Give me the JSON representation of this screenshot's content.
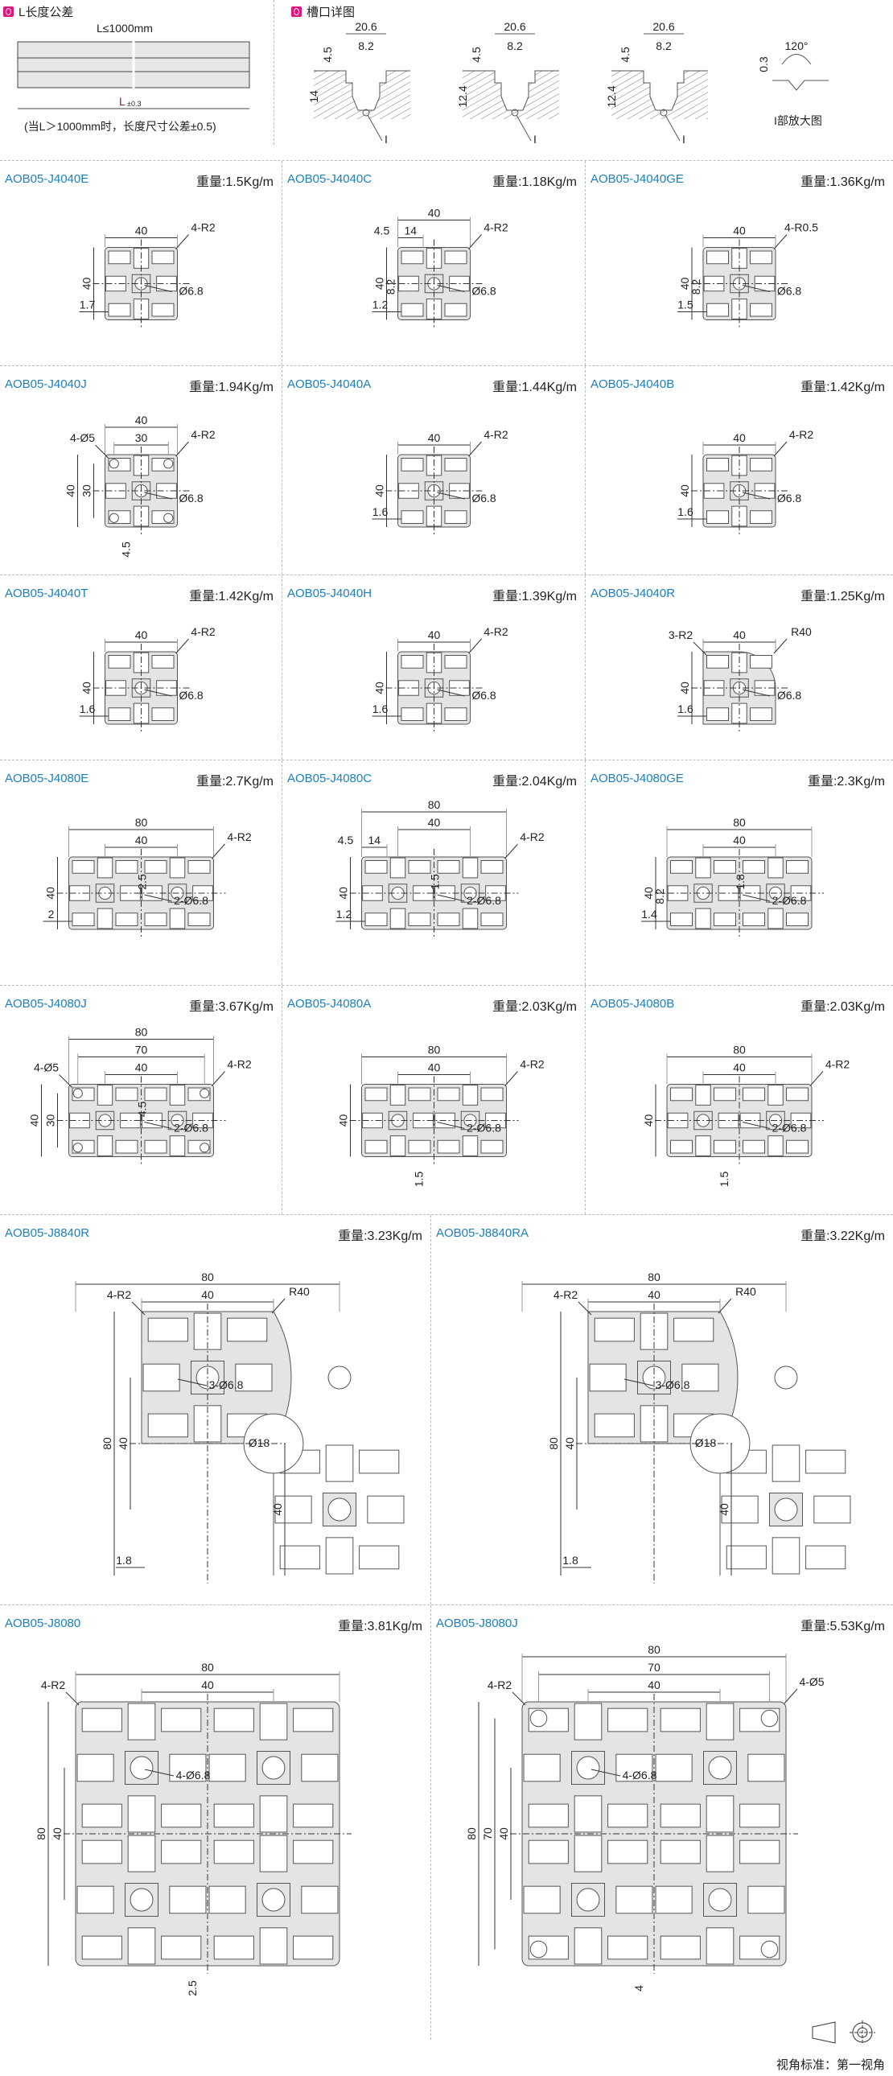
{
  "tolerance": {
    "title": "L长度公差",
    "limit": "L≤1000mm",
    "length_label": "L",
    "length_tol": "±0.3",
    "note": "(当L＞1000mm时，长度尺寸公差±0.5)"
  },
  "slot_detail": {
    "title": "槽口详图",
    "views": [
      {
        "width": "20.6",
        "slot": "8.2",
        "lip": "4.5",
        "depth": "14",
        "mark": "I"
      },
      {
        "width": "20.6",
        "slot": "8.2",
        "lip": "4.5",
        "depth": "12.4",
        "mark": "I"
      },
      {
        "width": "20.6",
        "slot": "8.2",
        "lip": "4.5",
        "depth": "12.4",
        "mark": "I"
      }
    ],
    "enlarged": {
      "angle": "120°",
      "depth": "0.3",
      "caption": "I部放大图"
    }
  },
  "weight_prefix": "重量:",
  "rows": [
    [
      {
        "name": "AOB05-J4040E",
        "weight": "1.5Kg/m",
        "type": "4040",
        "dims": [
          {
            "r": "h",
            "t": "40"
          },
          {
            "r": "v",
            "t": "40"
          },
          {
            "r": "callout",
            "t": "4-R2"
          },
          {
            "r": "bore",
            "t": "Ø6.8"
          },
          {
            "r": "wall",
            "t": "1.7"
          }
        ]
      },
      {
        "name": "AOB05-J4040C",
        "weight": "1.18Kg/m",
        "type": "4040",
        "dims": [
          {
            "r": "h",
            "t": "40"
          },
          {
            "r": "h",
            "t": "14"
          },
          {
            "r": "topnote",
            "t": "4.5"
          },
          {
            "r": "v",
            "t": "40"
          },
          {
            "r": "leftnote",
            "t": "8.2"
          },
          {
            "r": "callout",
            "t": "4-R2"
          },
          {
            "r": "bore",
            "t": "Ø6.8"
          },
          {
            "r": "wall",
            "t": "1.2"
          }
        ]
      },
      {
        "name": "AOB05-J4040GE",
        "weight": "1.36Kg/m",
        "type": "4040",
        "dims": [
          {
            "r": "h",
            "t": "40"
          },
          {
            "r": "v",
            "t": "40"
          },
          {
            "r": "leftnote",
            "t": "8.2"
          },
          {
            "r": "callout",
            "t": "4-R0.5"
          },
          {
            "r": "bore",
            "t": "Ø6.8"
          },
          {
            "r": "wall",
            "t": "1.5"
          }
        ]
      }
    ],
    [
      {
        "name": "AOB05-J4040J",
        "weight": "1.94Kg/m",
        "type": "4040J",
        "dims": [
          {
            "r": "h",
            "t": "40"
          },
          {
            "r": "h",
            "t": "30"
          },
          {
            "r": "v",
            "t": "40"
          },
          {
            "r": "v",
            "t": "30"
          },
          {
            "r": "hole",
            "t": "4-Ø5"
          },
          {
            "r": "callout",
            "t": "4-R2"
          },
          {
            "r": "bore",
            "t": "Ø6.8"
          },
          {
            "r": "bottomnote",
            "t": "4.5"
          }
        ]
      },
      {
        "name": "AOB05-J4040A",
        "weight": "1.44Kg/m",
        "type": "4040",
        "dims": [
          {
            "r": "h",
            "t": "40"
          },
          {
            "r": "v",
            "t": "40"
          },
          {
            "r": "callout",
            "t": "4-R2"
          },
          {
            "r": "bore",
            "t": "Ø6.8"
          },
          {
            "r": "wall",
            "t": "1.6"
          }
        ]
      },
      {
        "name": "AOB05-J4040B",
        "weight": "1.42Kg/m",
        "type": "4040",
        "dims": [
          {
            "r": "h",
            "t": "40"
          },
          {
            "r": "v",
            "t": "40"
          },
          {
            "r": "callout",
            "t": "4-R2"
          },
          {
            "r": "bore",
            "t": "Ø6.8"
          },
          {
            "r": "wall",
            "t": "1.6"
          }
        ]
      }
    ],
    [
      {
        "name": "AOB05-J4040T",
        "weight": "1.42Kg/m",
        "type": "4040",
        "dims": [
          {
            "r": "h",
            "t": "40"
          },
          {
            "r": "v",
            "t": "40"
          },
          {
            "r": "callout",
            "t": "4-R2"
          },
          {
            "r": "bore",
            "t": "Ø6.8"
          },
          {
            "r": "wall",
            "t": "1.6"
          }
        ]
      },
      {
        "name": "AOB05-J4040H",
        "weight": "1.39Kg/m",
        "type": "4040",
        "dims": [
          {
            "r": "h",
            "t": "40"
          },
          {
            "r": "v",
            "t": "40"
          },
          {
            "r": "callout",
            "t": "4-R2"
          },
          {
            "r": "bore",
            "t": "Ø6.8"
          },
          {
            "r": "wall",
            "t": "1.6"
          }
        ]
      },
      {
        "name": "AOB05-J4040R",
        "weight": "1.25Kg/m",
        "type": "4040R",
        "dims": [
          {
            "r": "h",
            "t": "40"
          },
          {
            "r": "v",
            "t": "40"
          },
          {
            "r": "hole",
            "t": "3-R2"
          },
          {
            "r": "callout",
            "t": "R40"
          },
          {
            "r": "bore",
            "t": "Ø6.8"
          },
          {
            "r": "wall",
            "t": "1.6"
          }
        ]
      }
    ],
    [
      {
        "name": "AOB05-J4080E",
        "weight": "2.7Kg/m",
        "type": "8040",
        "dims": [
          {
            "r": "h",
            "t": "80"
          },
          {
            "r": "h",
            "t": "40"
          },
          {
            "r": "v",
            "t": "40"
          },
          {
            "r": "callout",
            "t": "4-R2"
          },
          {
            "r": "bore",
            "t": "2-Ø6.8"
          },
          {
            "r": "centernote",
            "t": "2.5"
          },
          {
            "r": "wall",
            "t": "2"
          }
        ]
      },
      {
        "name": "AOB05-J4080C",
        "weight": "2.04Kg/m",
        "type": "8040",
        "dims": [
          {
            "r": "h",
            "t": "80"
          },
          {
            "r": "h",
            "t": "40"
          },
          {
            "r": "h",
            "t": "14"
          },
          {
            "r": "topnote",
            "t": "4.5"
          },
          {
            "r": "v",
            "t": "40"
          },
          {
            "r": "callout",
            "t": "4-R2"
          },
          {
            "r": "bore",
            "t": "2-Ø6.8"
          },
          {
            "r": "centernote",
            "t": "1.5"
          },
          {
            "r": "wall",
            "t": "1.2"
          }
        ]
      },
      {
        "name": "AOB05-J4080GE",
        "weight": "2.3Kg/m",
        "type": "8040",
        "dims": [
          {
            "r": "h",
            "t": "80"
          },
          {
            "r": "h",
            "t": "40"
          },
          {
            "r": "v",
            "t": "40"
          },
          {
            "r": "leftnote",
            "t": "8.2"
          },
          {
            "r": "bore",
            "t": "2-Ø6.8"
          },
          {
            "r": "centernote",
            "t": "1.8"
          },
          {
            "r": "wall",
            "t": "1.4"
          }
        ]
      }
    ],
    [
      {
        "name": "AOB05-J4080J",
        "weight": "3.67Kg/m",
        "type": "8040J",
        "dims": [
          {
            "r": "h",
            "t": "80"
          },
          {
            "r": "h",
            "t": "70"
          },
          {
            "r": "h",
            "t": "40"
          },
          {
            "r": "v",
            "t": "40"
          },
          {
            "r": "v",
            "t": "30"
          },
          {
            "r": "hole",
            "t": "4-Ø5"
          },
          {
            "r": "callout",
            "t": "4-R2"
          },
          {
            "r": "bore",
            "t": "2-Ø6.8"
          },
          {
            "r": "centernote",
            "t": "4.5"
          }
        ]
      },
      {
        "name": "AOB05-J4080A",
        "weight": "2.03Kg/m",
        "type": "8040",
        "dims": [
          {
            "r": "h",
            "t": "80"
          },
          {
            "r": "h",
            "t": "40"
          },
          {
            "r": "v",
            "t": "40"
          },
          {
            "r": "callout",
            "t": "4-R2"
          },
          {
            "r": "bore",
            "t": "2-Ø6.8"
          },
          {
            "r": "bottomnote",
            "t": "1.5"
          }
        ]
      },
      {
        "name": "AOB05-J4080B",
        "weight": "2.03Kg/m",
        "type": "8040",
        "dims": [
          {
            "r": "h",
            "t": "80"
          },
          {
            "r": "h",
            "t": "40"
          },
          {
            "r": "v",
            "t": "40"
          },
          {
            "r": "callout",
            "t": "4-R2"
          },
          {
            "r": "bore",
            "t": "2-Ø6.8"
          },
          {
            "r": "bottomnote",
            "t": "1.5"
          }
        ]
      }
    ],
    [
      {
        "name": "AOB05-J8840R",
        "weight": "3.23Kg/m",
        "type": "8840R",
        "dims": [
          {
            "r": "h",
            "t": "80"
          },
          {
            "r": "h",
            "t": "40"
          },
          {
            "r": "v",
            "t": "80"
          },
          {
            "r": "v",
            "t": "40"
          },
          {
            "r": "vr",
            "t": "40"
          },
          {
            "r": "hole",
            "t": "4-R2"
          },
          {
            "r": "callout",
            "t": "R40"
          },
          {
            "r": "bore",
            "t": "3-Ø6.8"
          },
          {
            "r": "innernote",
            "t": "Ø18"
          },
          {
            "r": "wall",
            "t": "1.8"
          }
        ]
      },
      {
        "name": "AOB05-J8840RA",
        "weight": "3.22Kg/m",
        "type": "8840R",
        "dims": [
          {
            "r": "h",
            "t": "80"
          },
          {
            "r": "h",
            "t": "40"
          },
          {
            "r": "v",
            "t": "80"
          },
          {
            "r": "v",
            "t": "40"
          },
          {
            "r": "vr",
            "t": "40"
          },
          {
            "r": "hole",
            "t": "4-R2"
          },
          {
            "r": "callout",
            "t": "R40"
          },
          {
            "r": "bore",
            "t": "3-Ø6.8"
          },
          {
            "r": "innernote",
            "t": "Ø18"
          },
          {
            "r": "wall",
            "t": "1.8"
          }
        ]
      }
    ],
    [
      {
        "name": "AOB05-J8080",
        "weight": "3.81Kg/m",
        "type": "8080",
        "dims": [
          {
            "r": "h",
            "t": "80"
          },
          {
            "r": "h",
            "t": "40"
          },
          {
            "r": "v",
            "t": "80"
          },
          {
            "r": "v",
            "t": "40"
          },
          {
            "r": "hole",
            "t": "4-R2"
          },
          {
            "r": "bore",
            "t": "4-Ø6.8"
          },
          {
            "r": "bottomnote",
            "t": "2.5"
          }
        ]
      },
      {
        "name": "AOB05-J8080J",
        "weight": "5.53Kg/m",
        "type": "8080J",
        "dims": [
          {
            "r": "h",
            "t": "80"
          },
          {
            "r": "h",
            "t": "70"
          },
          {
            "r": "h",
            "t": "40"
          },
          {
            "r": "v",
            "t": "80"
          },
          {
            "r": "v",
            "t": "70"
          },
          {
            "r": "v",
            "t": "40"
          },
          {
            "r": "hole",
            "t": "4-R2"
          },
          {
            "r": "callout",
            "t": "4-Ø5"
          },
          {
            "r": "bore",
            "t": "4-Ø6.8"
          },
          {
            "r": "bottomnote",
            "t": "4"
          }
        ]
      }
    ]
  ],
  "footer": {
    "label": "视角标准：第一视角"
  },
  "colors": {
    "name": "#1a7fc1",
    "accent": "#e0157e",
    "profile": "#e4e4e4"
  }
}
